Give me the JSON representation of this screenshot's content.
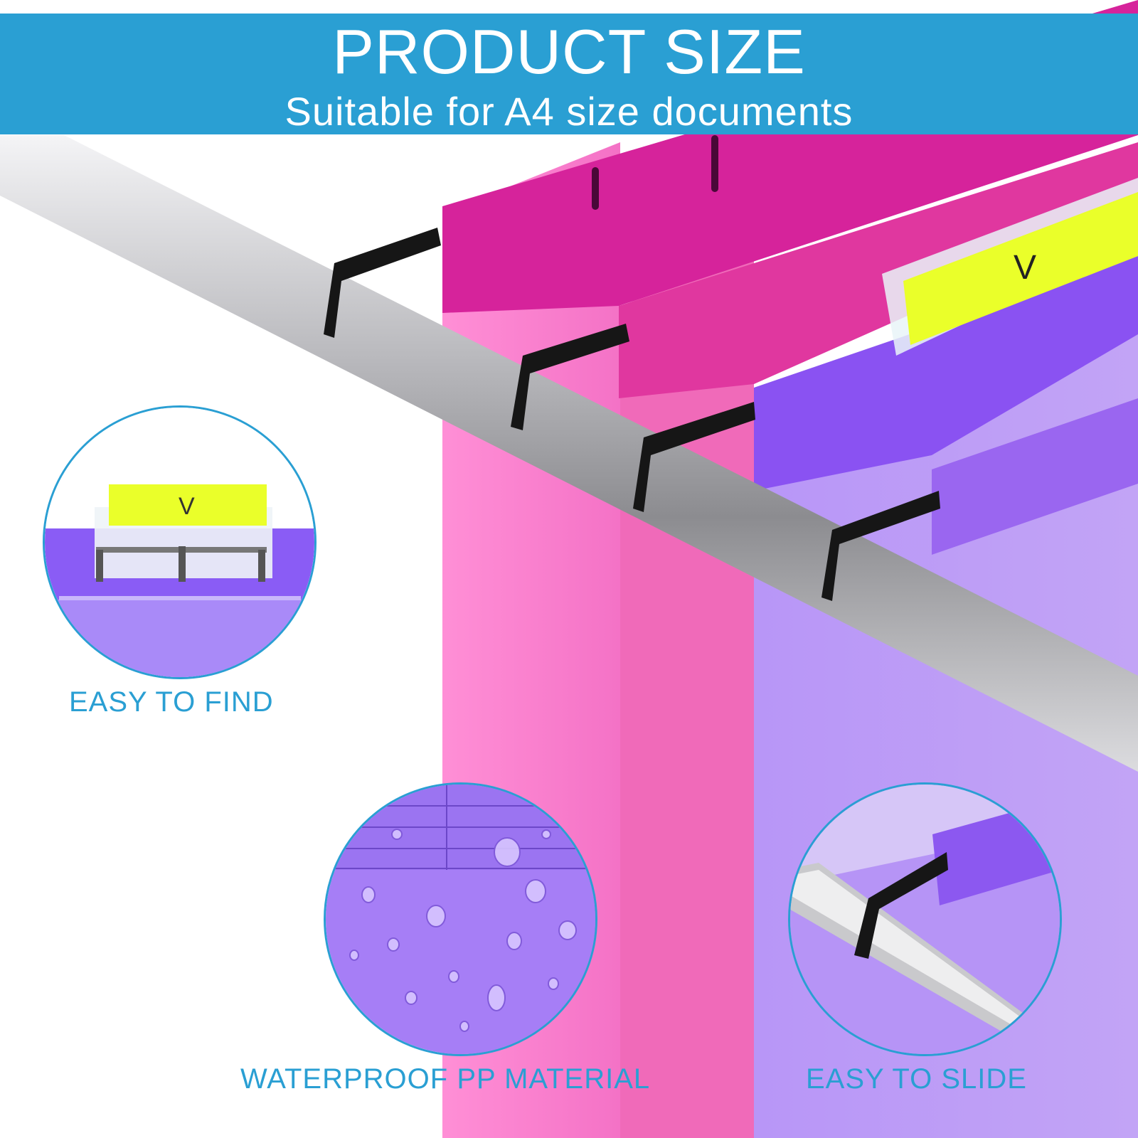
{
  "banner": {
    "title": "PRODUCT SIZE",
    "subtitle": "Suitable for A4 size documents",
    "color": "#2a9fd3"
  },
  "tab_letter": "V",
  "features": [
    {
      "caption": "EASY TO FIND",
      "icon": "index-tab-icon"
    },
    {
      "caption": "WATERPROOF PP MATERIAL",
      "icon": "water-droplets-icon"
    },
    {
      "caption": "EASY TO SLIDE",
      "icon": "rail-hanger-icon"
    }
  ],
  "colors": {
    "pink": "#ff7fcf",
    "magenta": "#c91d8e",
    "purple": "#b08cf5",
    "violet": "#7a3ef0",
    "tab_yellow": "#eaff2a",
    "rail": "#c8c8cc"
  }
}
